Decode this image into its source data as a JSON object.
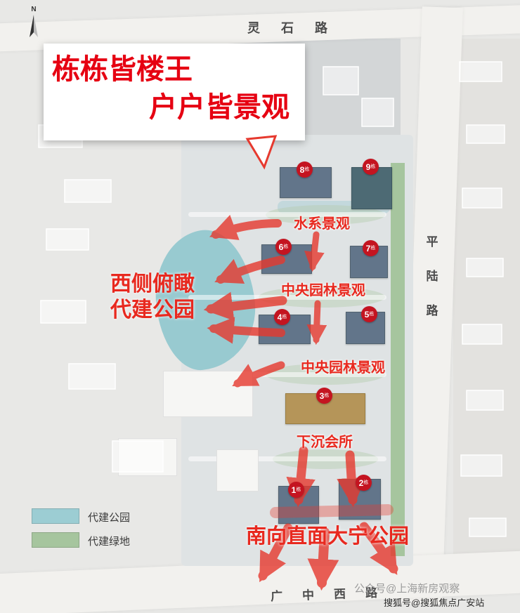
{
  "north_label": "N",
  "callout": {
    "line1": "栋栋皆楼王",
    "line2": "户户皆景观"
  },
  "roads": {
    "top": "灵石路",
    "right": [
      "平",
      "陆",
      "路"
    ],
    "bottom": "广中西路"
  },
  "site_labels": {
    "water": "水系景观",
    "garden_upper": "中央园林景观",
    "garden_lower": "中央园林景观",
    "club": "下沉会所"
  },
  "west_label": {
    "line1": "西侧俯瞰",
    "line2": "代建公园"
  },
  "south_label": "南向直面大宁公园",
  "legend": [
    {
      "label": "代建公园",
      "color": "#9ccdd3"
    },
    {
      "label": "代建绿地",
      "color": "#a6c59e"
    }
  ],
  "buildings": [
    {
      "num": "1",
      "suffix": "栋"
    },
    {
      "num": "2",
      "suffix": "栋"
    },
    {
      "num": "3",
      "suffix": "栋"
    },
    {
      "num": "4",
      "suffix": "栋"
    },
    {
      "num": "5",
      "suffix": "栋"
    },
    {
      "num": "6",
      "suffix": "栋"
    },
    {
      "num": "7",
      "suffix": "栋"
    },
    {
      "num": "8",
      "suffix": "栋"
    },
    {
      "num": "9",
      "suffix": "栋"
    }
  ],
  "watermark": {
    "line1": "公众号@上海新房观察",
    "line2": "搜狐号@搜狐焦点广安站"
  },
  "colors": {
    "accent_red": "#e8291f",
    "water": "#98cad0",
    "green_strip": "#a6c59e",
    "building_slate": "#62758a",
    "building_teal": "#4d6a74",
    "building_tan": "#b59559",
    "badge_red": "#c41420"
  }
}
